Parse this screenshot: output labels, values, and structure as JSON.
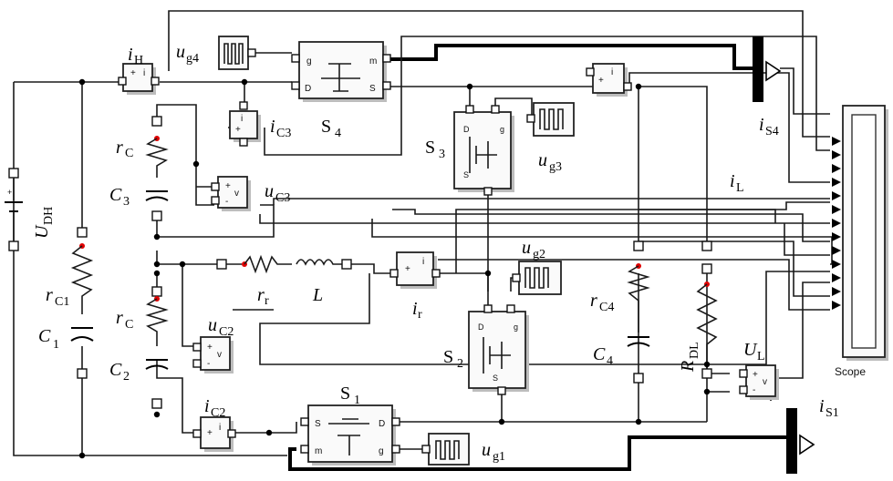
{
  "labels": {
    "udh": "U",
    "udh_sub": "DH",
    "rc1": "r",
    "rc1_sub": "C1",
    "c1": "C",
    "c1_sub": "1",
    "rc_top": "r",
    "rc_top_sub": "C",
    "c3": "C",
    "c3_sub": "3",
    "rc_bot": "r",
    "rc_bot_sub": "C",
    "c2": "C",
    "c2_sub": "2",
    "ih": "i",
    "ih_sub": "H",
    "ug4": "u",
    "ug4_sub": "g4",
    "s4": "S",
    "s4_sub": "4",
    "ic3": "i",
    "ic3_sub": "C3",
    "uc3": "u",
    "uc3_sub": "C3",
    "s3": "S",
    "s3_sub": "3",
    "ug3": "u",
    "ug3_sub": "g3",
    "is4": "i",
    "is4_sub": "S4",
    "il": "i",
    "il_sub": "L",
    "rr": "r",
    "rr_sub": "r",
    "l": "L",
    "ir": "i",
    "ir_sub": "r",
    "ug2": "u",
    "ug2_sub": "g2",
    "s2": "S",
    "s2_sub": "2",
    "rc4": "r",
    "rc4_sub": "C4",
    "c4": "C",
    "c4_sub": "4",
    "rdl": "R",
    "rdl_sub": "DL",
    "ul": "U",
    "ul_sub": "L",
    "uc2": "u",
    "uc2_sub": "C2",
    "ic2": "i",
    "ic2_sub": "C2",
    "s1": "S",
    "s1_sub": "1",
    "ug1": "u",
    "ug1_sub": "g1",
    "is1": "i",
    "is1_sub": "S1",
    "scope": "Scope"
  },
  "port_letters": {
    "s4_g": "g",
    "s4_m": "m",
    "s4_d": "D",
    "s4_s": "S",
    "s1_s": "S",
    "s1_d": "D",
    "s1_m": "m",
    "s1_g": "g",
    "s3_d": "D",
    "s3_g": "g",
    "s3_s": "S",
    "s2_d": "D",
    "s2_g": "g",
    "s2_s": "S",
    "meter_i": "i",
    "meter_v": "v"
  }
}
